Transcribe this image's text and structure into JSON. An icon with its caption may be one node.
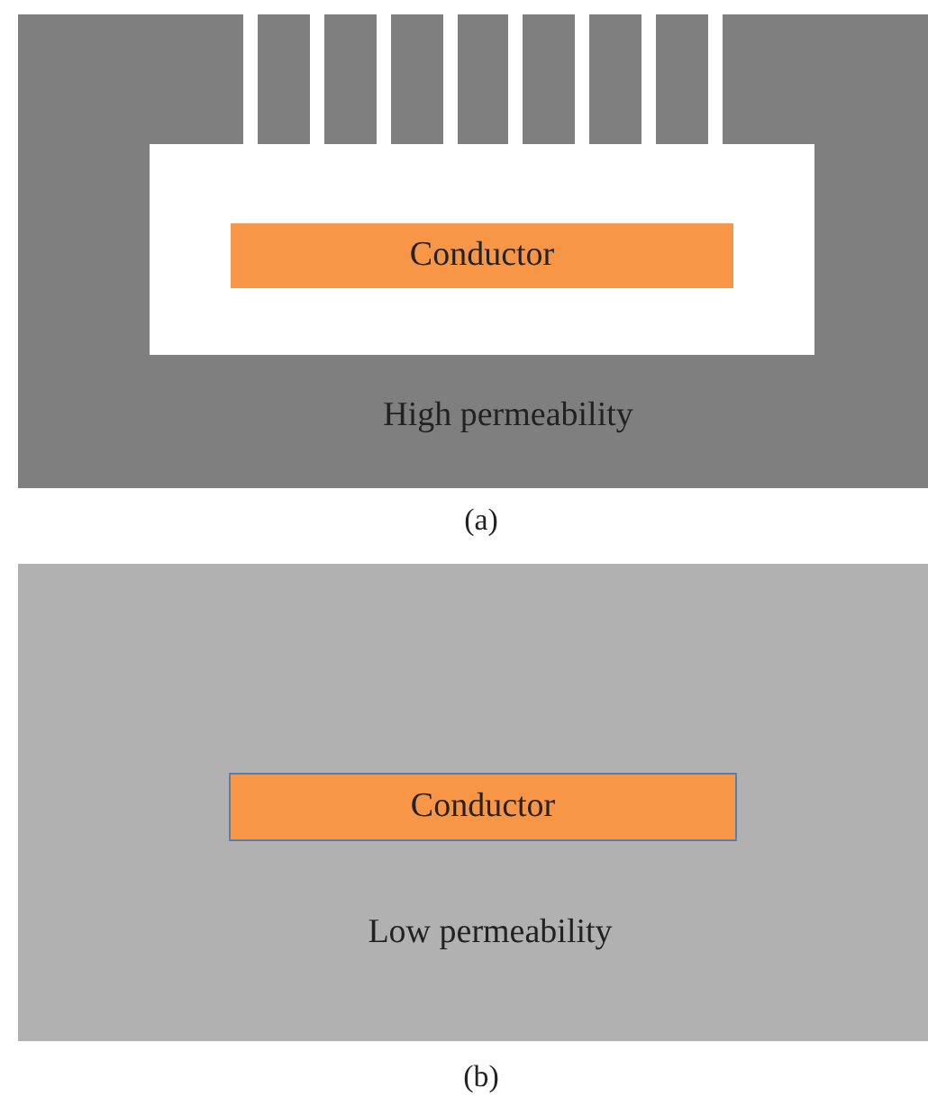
{
  "diagram": {
    "nodes": [
      {
        "text": [
          "High permeability"
        ],
        "beside": [
          "(a)"
        ]
      },
      {
        "text": [
          "Conductor"
        ],
        "in": 0
      },
      {
        "text": [
          "Low permeability"
        ],
        "beside": [
          "(b)"
        ]
      },
      {
        "text": [
          "Conductor"
        ],
        "in": 2
      }
    ]
  }
}
